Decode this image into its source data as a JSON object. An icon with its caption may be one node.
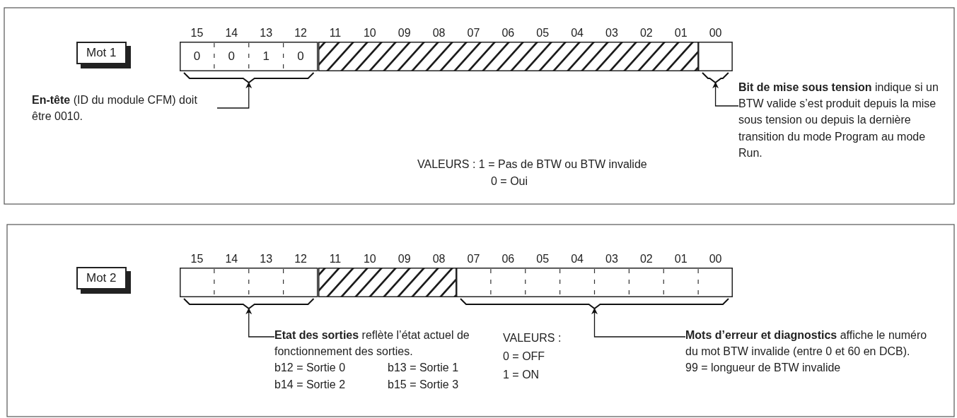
{
  "diagram": {
    "nodes": [
      {
        "text": [
          "Mot 1"
        ]
      },
      {
        "text": [
          "0",
          "0",
          "1",
          "0"
        ]
      },
      {
        "text": [],
        "shape": "box"
      },
      {
        "text": [],
        "shape": "box"
      },
      {
        "text": [
          "**En-tête** (ID du module CFM) doit être 0010."
        ]
      },
      {
        "text": [
          "**Bit de mise sous tension** indique si un BTW valide s’est produit depuis la mise sous tension ou depuis la dernière transition du mode Program au mode Run."
        ]
      },
      {
        "text": [
          "Mot 2"
        ]
      },
      {
        "text": [],
        "shape": "box"
      },
      {
        "text": [],
        "shape": "box"
      },
      {
        "text": [],
        "shape": "box"
      },
      {
        "text": [
          "**Etat des sorties** reflète l’état actuel de fonctionnement des sorties.",
          "b12 = Sortie 0",
          "b13 = Sortie 1",
          "b14 = Sortie 2",
          "b15 = Sortie 3"
        ]
      },
      {
        "text": [
          "**Mots d’erreur et diagnostics** affiche le numéro du mot BTW invalide (entre 0 et 60 en DCB).",
          "99 = longueur de BTW invalide"
        ]
      }
    ],
    "edges": [
      {
        "from": 4,
        "to": 1,
        "arrow": "to"
      },
      {
        "from": 5,
        "to": 3,
        "arrow": "to"
      },
      {
        "from": 10,
        "to": 7,
        "arrow": "to"
      },
      {
        "from": 11,
        "to": 9,
        "arrow": "to"
      }
    ],
    "labels": [
      "15",
      "14",
      "13",
      "12",
      "11",
      "10",
      "09",
      "08",
      "07",
      "06",
      "05",
      "04",
      "03",
      "02",
      "01",
      "00",
      "VALEURS : 1 = Pas de BTW ou BTW invalide",
      "0 = Oui",
      "15",
      "14",
      "13",
      "12",
      "11",
      "10",
      "09",
      "08",
      "07",
      "06",
      "05",
      "04",
      "03",
      "02",
      "01",
      "00",
      "VALEURS :",
      "0 = OFF",
      "1 = ON"
    ]
  }
}
